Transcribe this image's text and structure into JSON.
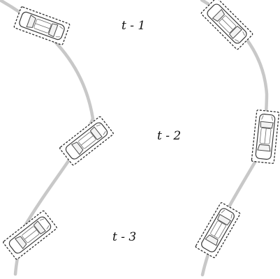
{
  "labels": {
    "t1": "t - 1",
    "t2": "t - 2",
    "t3": "t - 3"
  },
  "colors": {
    "lane": "#c8c8c8",
    "outline": "#2b2b2b",
    "background": "#ffffff"
  }
}
